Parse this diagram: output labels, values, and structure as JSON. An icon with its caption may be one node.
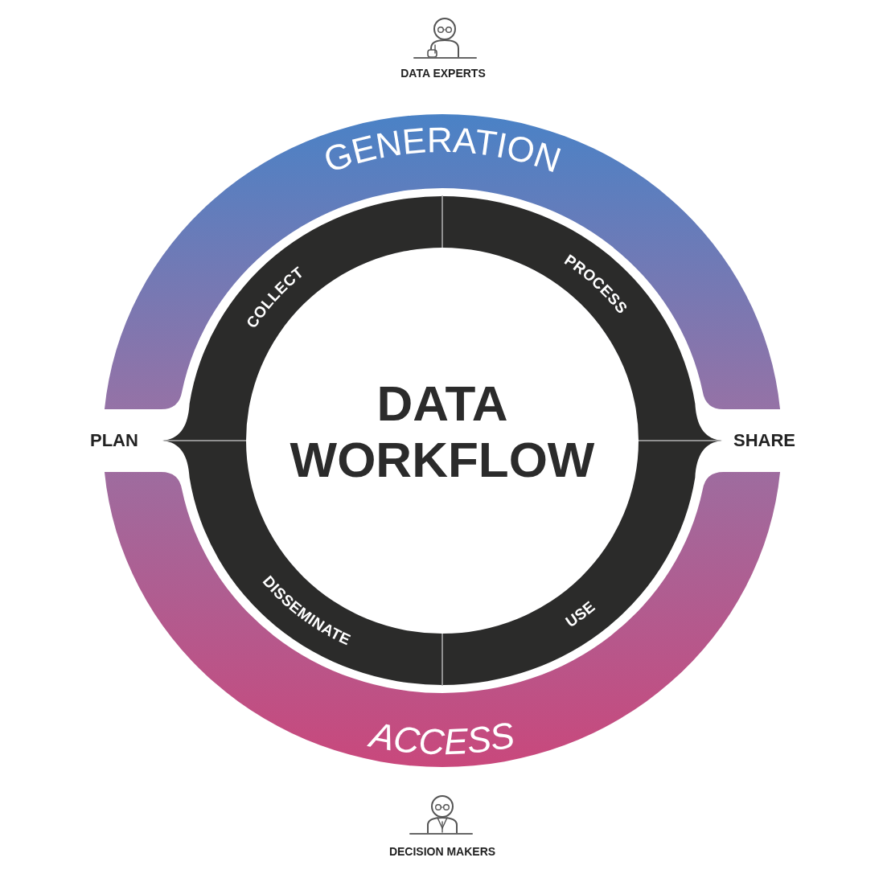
{
  "diagram": {
    "title": "DATA WORKFLOW",
    "nodes": [
      {
        "text": [
          "GENERATION"
        ]
      },
      {
        "text": [
          "COLLECT"
        ]
      },
      {
        "text": [
          "PROCESS"
        ]
      },
      {
        "text": [
          "DISSEMINATE"
        ]
      },
      {
        "text": [
          "USE"
        ]
      },
      {
        "text": [
          "ACCESS"
        ]
      }
    ],
    "labels": [
      "DATA EXPERTS",
      "PLAN",
      "SHARE",
      "DECISION MAKERS"
    ]
  }
}
